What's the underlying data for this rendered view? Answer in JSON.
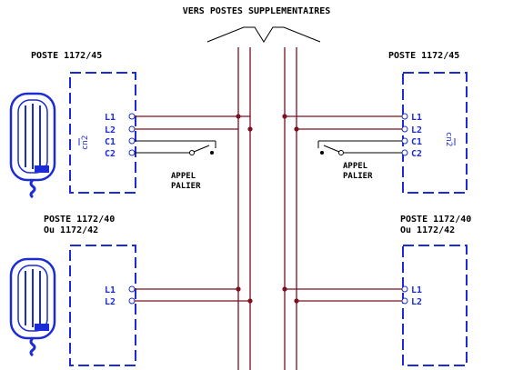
{
  "header": {
    "title": "VERS POSTES SUPPLEMENTAIRES"
  },
  "units": {
    "top_left": {
      "title_1": "POSTE 1172/45",
      "title_2": "",
      "connector": "cn2",
      "pins": [
        "L1",
        "L2",
        "C1",
        "C2"
      ]
    },
    "top_right": {
      "title_1": "POSTE 1172/45",
      "title_2": "",
      "connector": "cn2",
      "pins": [
        "L1",
        "L2",
        "C1",
        "C2"
      ]
    },
    "bottom_left": {
      "title_1": "POSTE 1172/40",
      "title_2": "Ou 1172/42",
      "pins": [
        "L1",
        "L2"
      ]
    },
    "bottom_right": {
      "title_1": "POSTE 1172/40",
      "title_2": "Ou 1172/42",
      "pins": [
        "L1",
        "L2"
      ]
    }
  },
  "switches": {
    "left": {
      "line_1": "APPEL",
      "line_2": "PALIER"
    },
    "right": {
      "line_1": "APPEL",
      "line_2": "PALIER"
    }
  },
  "colors": {
    "wire": "#7a1020",
    "box": "#1b2bd6",
    "text": "#000000"
  }
}
